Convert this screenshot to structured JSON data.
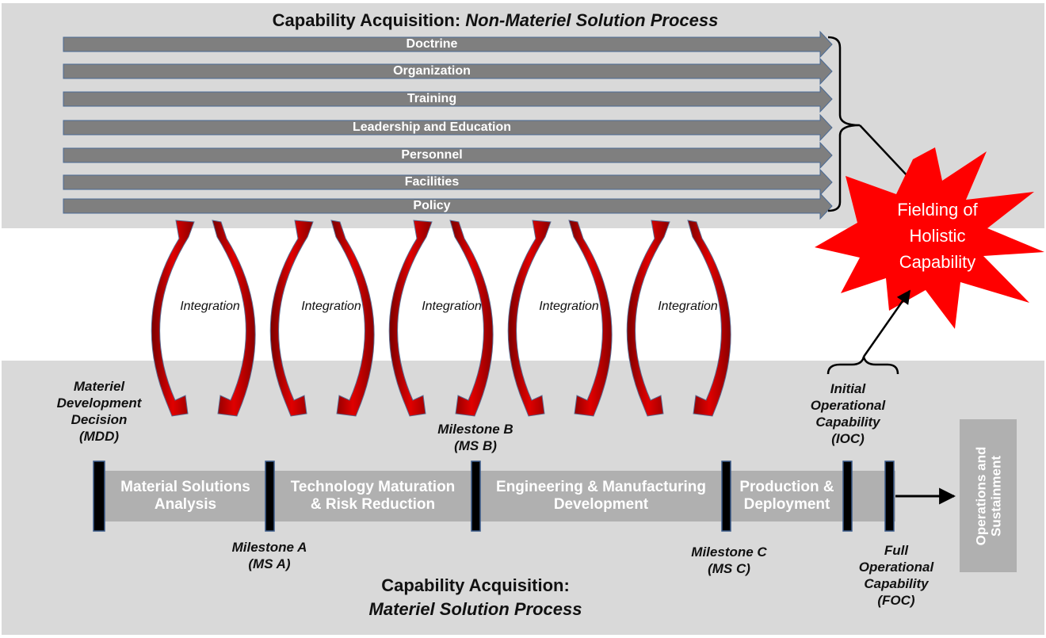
{
  "top": {
    "title_prefix": "Capability Acquisition: ",
    "title_emphasis": "Non-Materiel Solution Process",
    "arrows": [
      "Doctrine",
      "Organization",
      "Training",
      "Leadership and Education",
      "Personnel",
      "Facilities",
      "Policy"
    ]
  },
  "integration": {
    "label": "Integration",
    "count": 5
  },
  "starburst": {
    "line1": "Fielding of",
    "line2": "Holistic",
    "line3": "Capability"
  },
  "bottom": {
    "title_line1": "Capability Acquisition:",
    "title_line2": "Materiel Solution Process",
    "phases": [
      {
        "line1": "Material Solutions",
        "line2": "Analysis"
      },
      {
        "line1": "Technology Maturation",
        "line2": "& Risk Reduction"
      },
      {
        "line1": "Engineering & Manufacturing",
        "line2": "Development"
      },
      {
        "line1": "Production &",
        "line2": "Deployment"
      }
    ],
    "operations": {
      "line1": "Operations and",
      "line2": "Sustainment"
    },
    "milestones": {
      "mdd": [
        "Materiel",
        "Development",
        "Decision",
        "(MDD)"
      ],
      "ms_a": [
        "Milestone A",
        "(MS A)"
      ],
      "ms_b": [
        "Milestone B",
        "(MS B)"
      ],
      "ms_c": [
        "Milestone C",
        "(MS C)"
      ],
      "ioc": [
        "Initial",
        "Operational",
        "Capability",
        "(IOC)"
      ],
      "foc": [
        "Full",
        "Operational",
        "Capability",
        "(FOC)"
      ]
    }
  },
  "colors": {
    "panel": "#d9d9d9",
    "arrow_fill": "#7f7f7f",
    "arrow_stroke": "#4a6a95",
    "phase_bar": "#b0b0b0",
    "curved_arrow": "#cc0000",
    "starburst": "#ff0000"
  }
}
